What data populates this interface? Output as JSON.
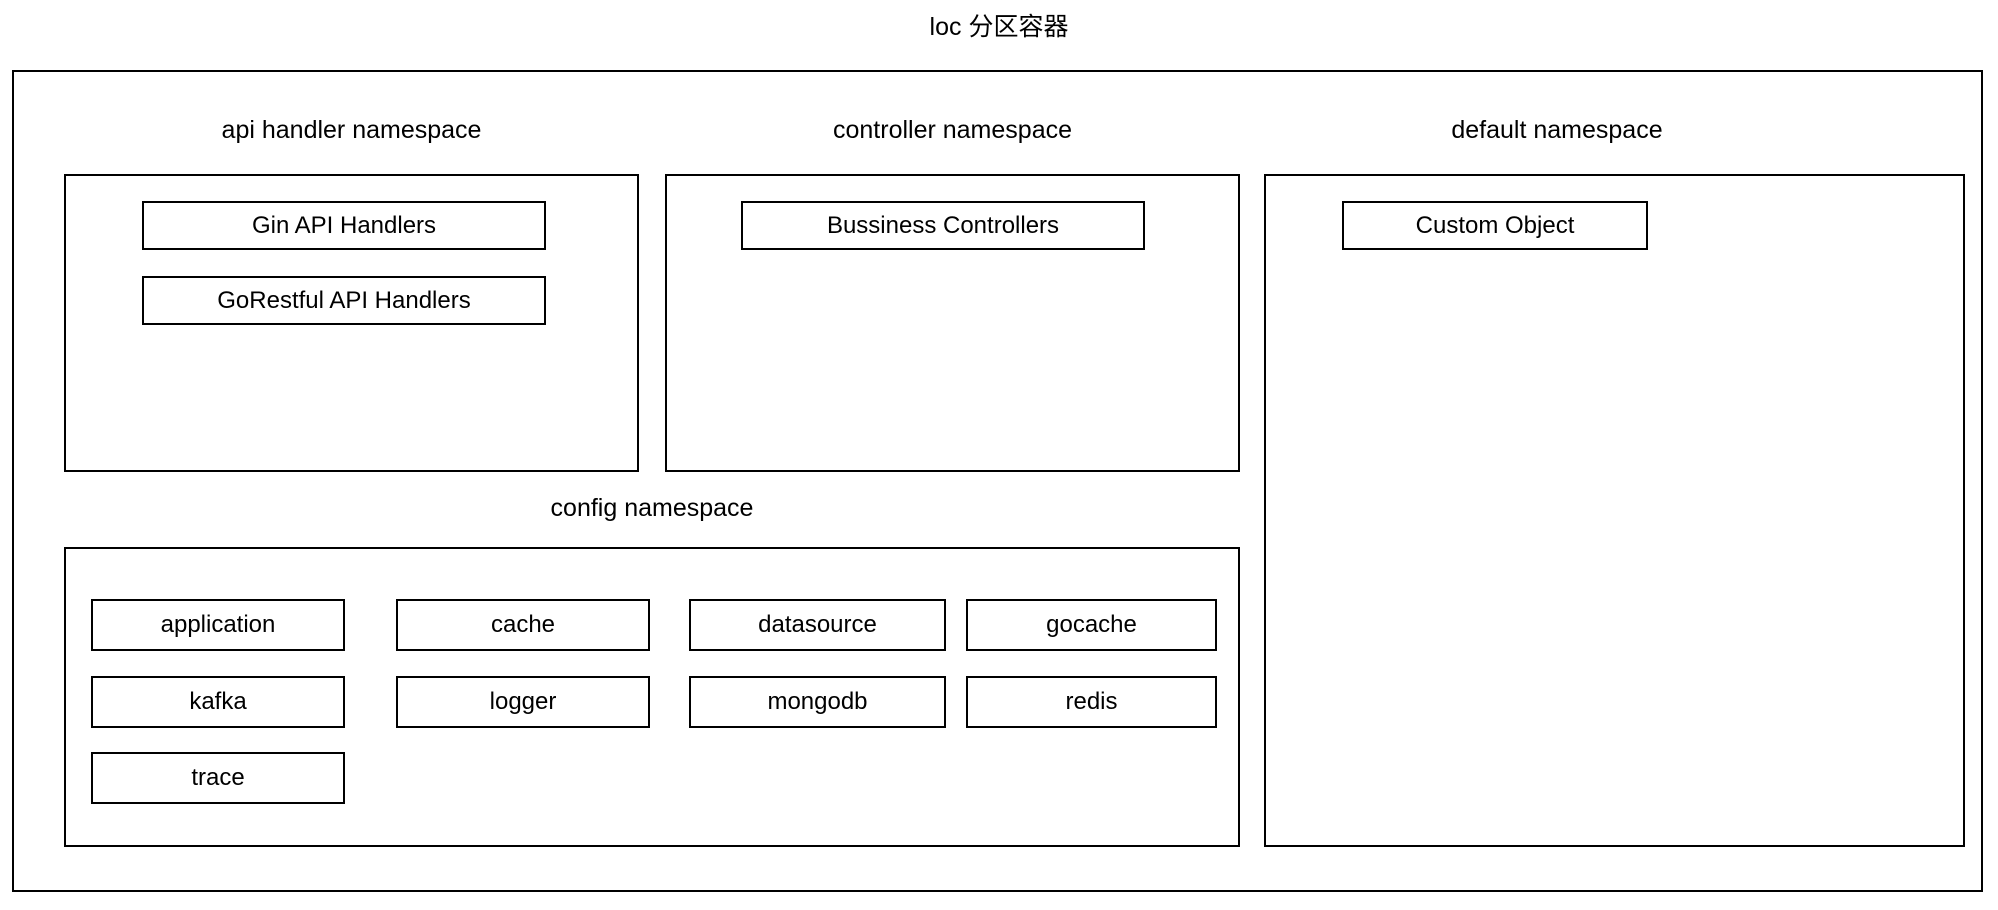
{
  "title": "loc 分区容器",
  "namespaces": {
    "api_handler": {
      "label": "api handler namespace",
      "items": {
        "gin": "Gin API Handlers",
        "gorestful": "GoRestful API Handlers"
      }
    },
    "controller": {
      "label": "controller namespace",
      "items": {
        "bussiness": "Bussiness Controllers"
      }
    },
    "default": {
      "label": "default namespace",
      "items": {
        "custom": "Custom Object"
      }
    },
    "config": {
      "label": "config namespace",
      "items": [
        "application",
        "cache",
        "datasource",
        "gocache",
        "kafka",
        "logger",
        "mongodb",
        "redis",
        "trace"
      ]
    }
  },
  "colors": {
    "background": "#ffffff",
    "border": "#000000",
    "text": "#000000"
  }
}
